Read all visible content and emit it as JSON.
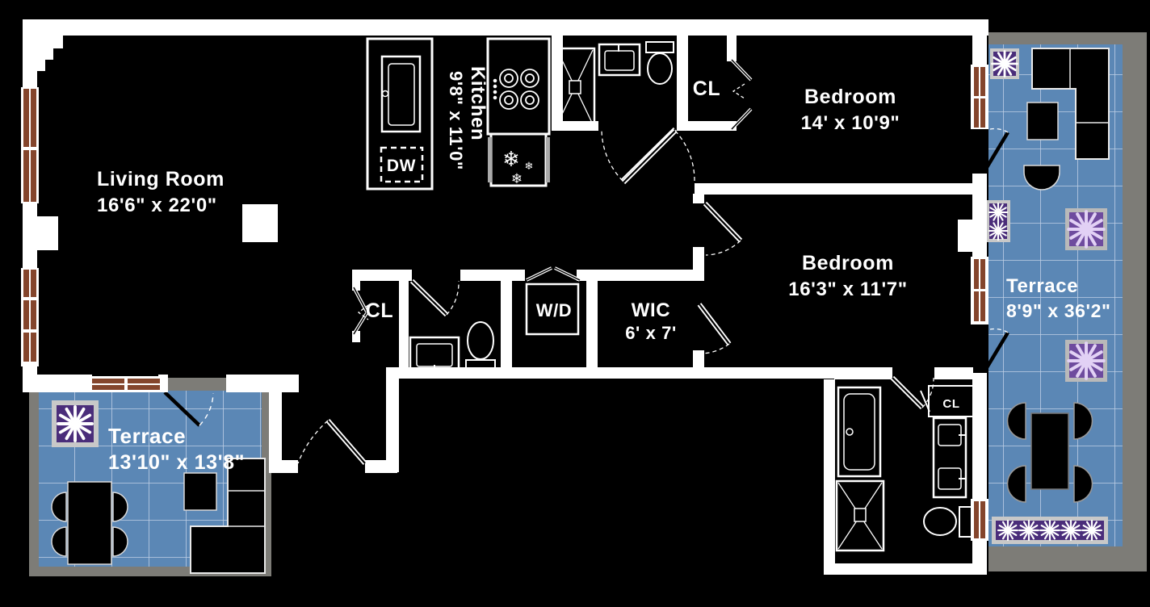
{
  "rooms": {
    "living": {
      "name": "Living Room",
      "dims": "16'6\" x 22'0\""
    },
    "kitchen": {
      "name": "Kitchen",
      "dims": "9'8\" x 11'0\""
    },
    "bedroom_top": {
      "name": "Bedroom",
      "dims": "14' x 10'9\""
    },
    "bedroom_mid": {
      "name": "Bedroom",
      "dims": "16'3\" x 11'7\""
    },
    "wic": {
      "name": "WIC",
      "dims": "6' x 7'"
    },
    "terrace_left": {
      "name": "Terrace",
      "dims": "13'10\" x 13'8\""
    },
    "terrace_right": {
      "name": "Terrace",
      "dims": "8'9\" x 36'2\""
    }
  },
  "labels": {
    "washer_dryer": "W/D",
    "dishwasher": "DW",
    "closet": "CL"
  },
  "icons": {
    "snowflake": "❄"
  },
  "colors": {
    "background": "#000000",
    "wall": "#ffffff",
    "terrace_tile": "#5b87b5",
    "terrace_border": "#7d7c77",
    "window_brick": "#84452c",
    "planter": "#4a2d7a",
    "planter_frame": "#c8c8c8",
    "flower_white": "#ffffff",
    "flower_lavender": "#e2d1f5"
  }
}
